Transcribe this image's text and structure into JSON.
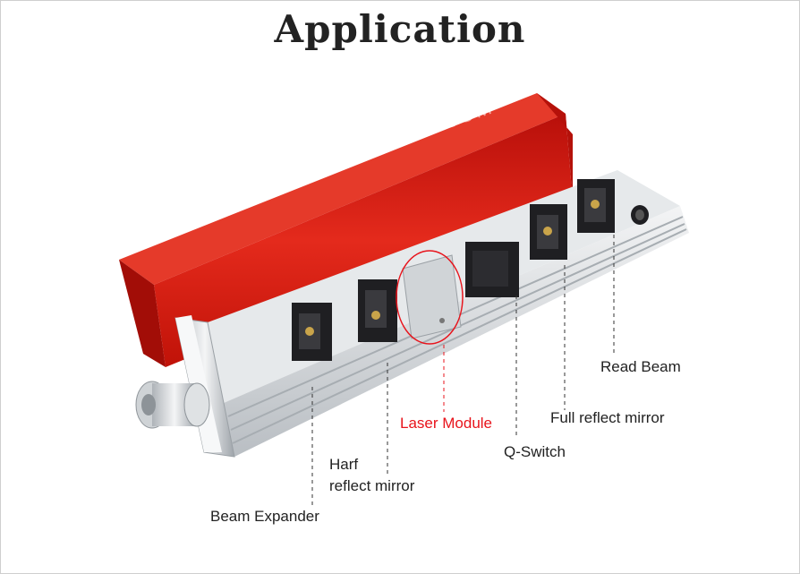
{
  "title": "Application",
  "watermark": "WWW.WAVETOPSIGN.COM",
  "labels": {
    "read_beam": "Read Beam",
    "full_reflect_mirror": "Full reflect mirror",
    "laser_module": "Laser Module",
    "q_switch": "Q-Switch",
    "harf_line1": "Harf",
    "harf_line2": "reflect mirror",
    "beam_expander": "Beam Expander"
  },
  "colors": {
    "cover": "#d8180f",
    "highlight": "#e8141c",
    "rail": "#d9dde0"
  }
}
